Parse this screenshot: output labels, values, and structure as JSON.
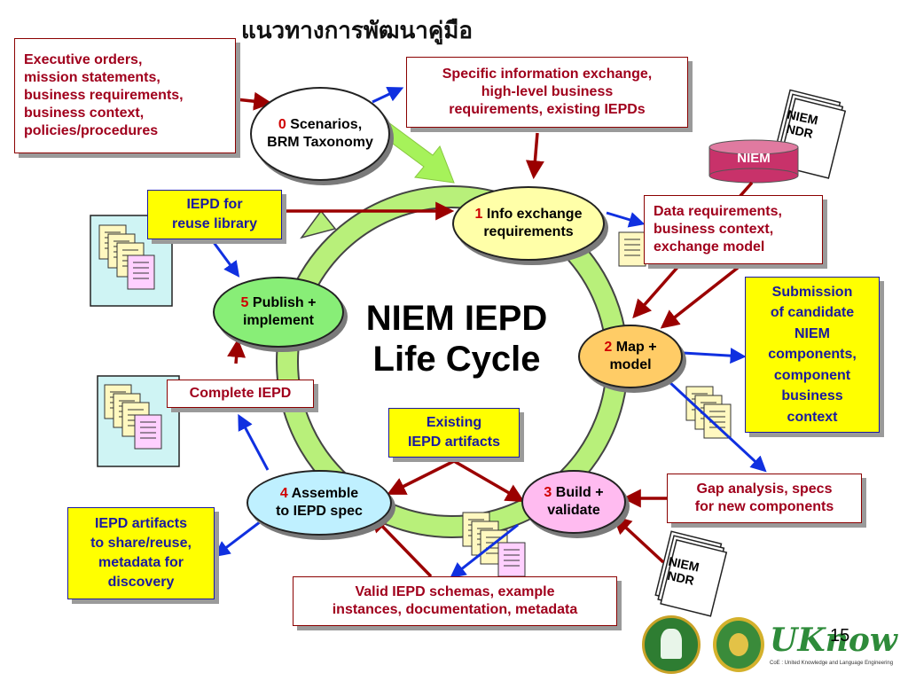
{
  "title": "แนวทางการพัฒนาคู่มือ",
  "center_title": {
    "line1": "NIEM IEPD",
    "line2": "Life Cycle"
  },
  "phases": {
    "p0": {
      "num": "0",
      "line1": "Scenarios,",
      "line2": "BRM Taxonomy"
    },
    "p1": {
      "num": "1",
      "line1": "Info exchange",
      "line2": "requirements"
    },
    "p2": {
      "num": "2",
      "line1": "Map +",
      "line2": "model"
    },
    "p3": {
      "num": "3",
      "line1": "Build +",
      "line2": "validate"
    },
    "p4": {
      "num": "4",
      "line1": "Assemble",
      "line2": "to IEPD spec"
    },
    "p5": {
      "num": "5",
      "line1": "Publish +",
      "line2": "implement"
    }
  },
  "boxes": {
    "executive": [
      "Executive orders,",
      "mission statements,",
      "business requirements,",
      "business context,",
      "policies/procedures"
    ],
    "specific": [
      "Specific information exchange,",
      "high-level business",
      "requirements, existing IEPDs"
    ],
    "data_req": [
      "Data requirements,",
      "business context,",
      "exchange model"
    ],
    "complete": [
      "Complete IEPD"
    ],
    "gap": [
      "Gap analysis, specs",
      "for new components"
    ],
    "valid": [
      "Valid IEPD schemas, example",
      "instances, documentation, metadata"
    ]
  },
  "yellow_boxes": {
    "reuse": [
      "IEPD for",
      "reuse library"
    ],
    "submission": [
      "Submission",
      "of candidate",
      "NIEM",
      "components,",
      "component",
      "business",
      "context"
    ],
    "existing": [
      "Existing",
      "IEPD artifacts"
    ],
    "share": [
      "IEPD artifacts",
      "to share/reuse,",
      "metadata for",
      "discovery"
    ]
  },
  "niem_db": "NIEM",
  "ndr_top": [
    "NIEM",
    "NDR"
  ],
  "ndr_bottom": [
    "NIEM",
    "NDR"
  ],
  "logos": {
    "uknow": "UKnow",
    "coe": "CoE : United Knowledge and Language Engineering"
  },
  "page_number": "15",
  "colors": {
    "red_arrow": "#9b0000",
    "blue_arrow": "#1030e0",
    "cycle_green": "#b8f07a",
    "phase0": "#ffffff",
    "phase1": "#ffffa8",
    "phase2": "#ffcc66",
    "phase3": "#ffbbf0",
    "phase4": "#bff0ff",
    "phase5": "#88ee77"
  }
}
